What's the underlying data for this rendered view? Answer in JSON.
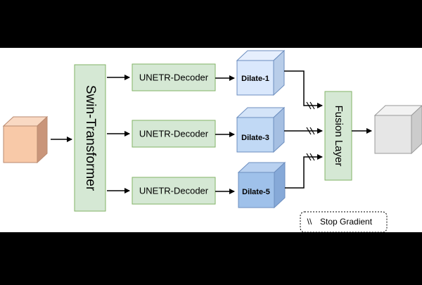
{
  "blocks": {
    "encoder": "Swin-Transformer",
    "decoders": [
      "UNETR-Decoder",
      "UNETR-Decoder",
      "UNETR-Decoder"
    ],
    "dilates": [
      "Dilate-1",
      "Dilate-3",
      "Dilate-5"
    ],
    "fusion": "Fusion Layer"
  },
  "legend": {
    "symbol": "\\\\",
    "label": "Stop Gradient"
  },
  "colors": {
    "background_band": "#000000",
    "canvas": "#ffffff",
    "green_fill": "#d5e8d4",
    "green_stroke": "#82b366",
    "input_cube_front": "#f8c9a8",
    "input_cube_top": "#f9d9c3",
    "input_cube_side": "#c9957a",
    "blue_light_front": "#dae8fc",
    "blue_mid_front": "#c1d9f5",
    "blue_dark_front": "#9fc1ea",
    "blue_stroke": "#6c8ebf",
    "output_cube_front": "#e6e6e6",
    "output_cube_stroke": "#999999"
  }
}
